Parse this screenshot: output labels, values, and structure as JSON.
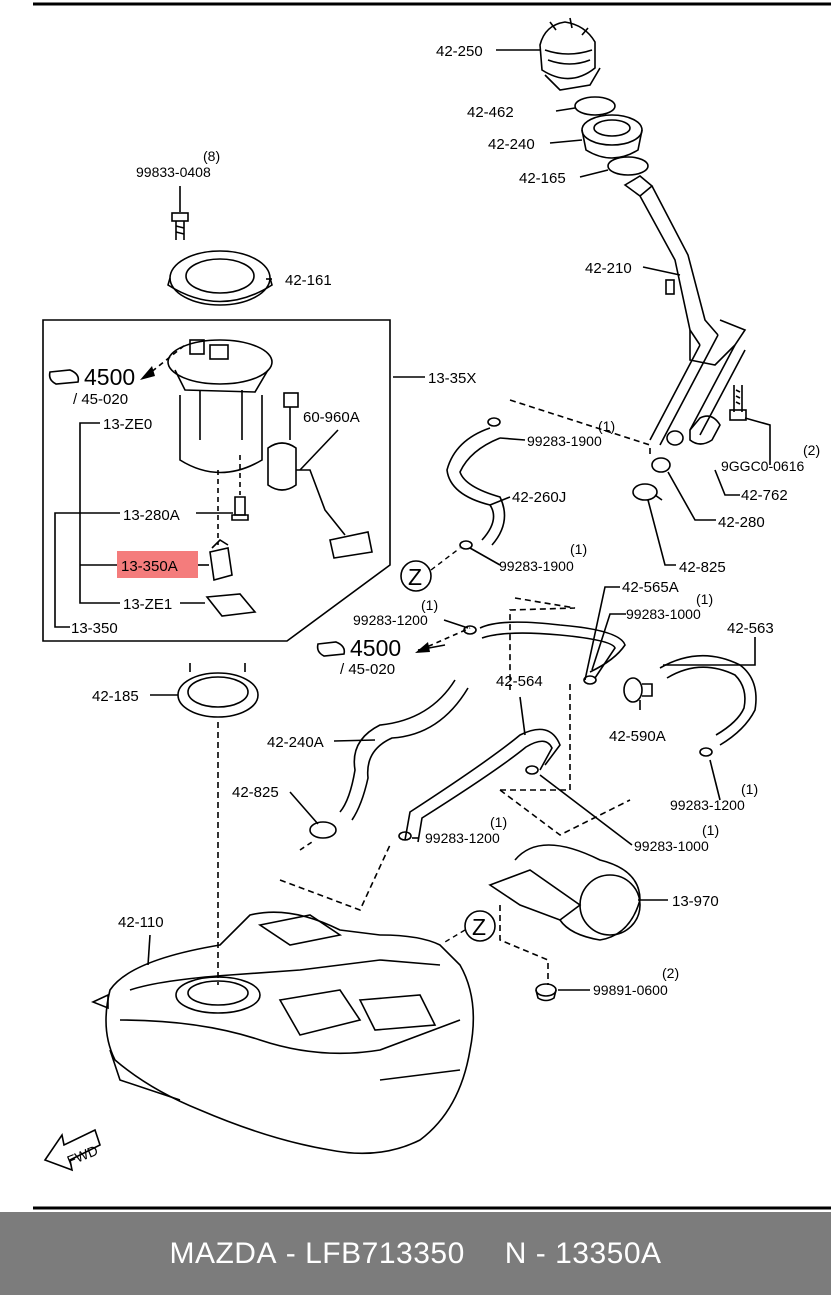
{
  "parts": {
    "p42_250": "42-250",
    "p42_462": "42-462",
    "p42_240": "42-240",
    "p42_165": "42-165",
    "p42_210": "42-210",
    "p42_161": "42-161",
    "p99833_qty": "(8)",
    "p99833": "99833-0408",
    "p13_35x": "13-35X",
    "p4500_a": "4500",
    "p45020_a": "/ 45-020",
    "p13_ze0": "13-ZE0",
    "p60_960a": "60-960A",
    "p13_280a": "13-280A",
    "p13_350a": "13-350A",
    "p13_ze1": "13-ZE1",
    "p13_350": "13-350",
    "p99283_1900_a_qty": "(1)",
    "p99283_1900_a": "99283-1900",
    "p42_260j": "42-260J",
    "p99283_1900_b_qty": "(1)",
    "p99283_1900_b": "99283-1900",
    "p9ggc0_qty": "(2)",
    "p9ggc0": "9GGC0-0616",
    "p42_762": "42-762",
    "p42_280": "42-280",
    "p42_825_a": "42-825",
    "z_a": "Z",
    "p42_565a": "42-565A",
    "p99283_1000_a_qty": "(1)",
    "p99283_1000_a": "99283-1000",
    "p42_563": "42-563",
    "p99283_1200_a_qty": "(1)",
    "p99283_1200_a": "99283-1200",
    "p4500_b": "4500",
    "p45020_b": "/ 45-020",
    "p42_185": "42-185",
    "p42_564": "42-564",
    "p42_590a": "42-590A",
    "p42_240a": "42-240A",
    "p99283_1200_b_qty": "(1)",
    "p99283_1200_b": "99283-1200",
    "p42_825_b": "42-825",
    "p99283_1200_c_qty": "(1)",
    "p99283_1200_c": "99283-1200",
    "p99283_1000_b_qty": "(1)",
    "p99283_1000_b": "99283-1000",
    "p42_110": "42-110",
    "p13_970": "13-970",
    "z_b": "Z",
    "p99891_qty": "(2)",
    "p99891": "99891-0600",
    "fwd": "FWD"
  },
  "highlight_color": "#f47c7c",
  "footer": {
    "brand": "MAZDA",
    "sep1": " - ",
    "part_number": "LFB713350",
    "suffix": "N",
    "sep2": " - ",
    "ref": "13350A"
  }
}
